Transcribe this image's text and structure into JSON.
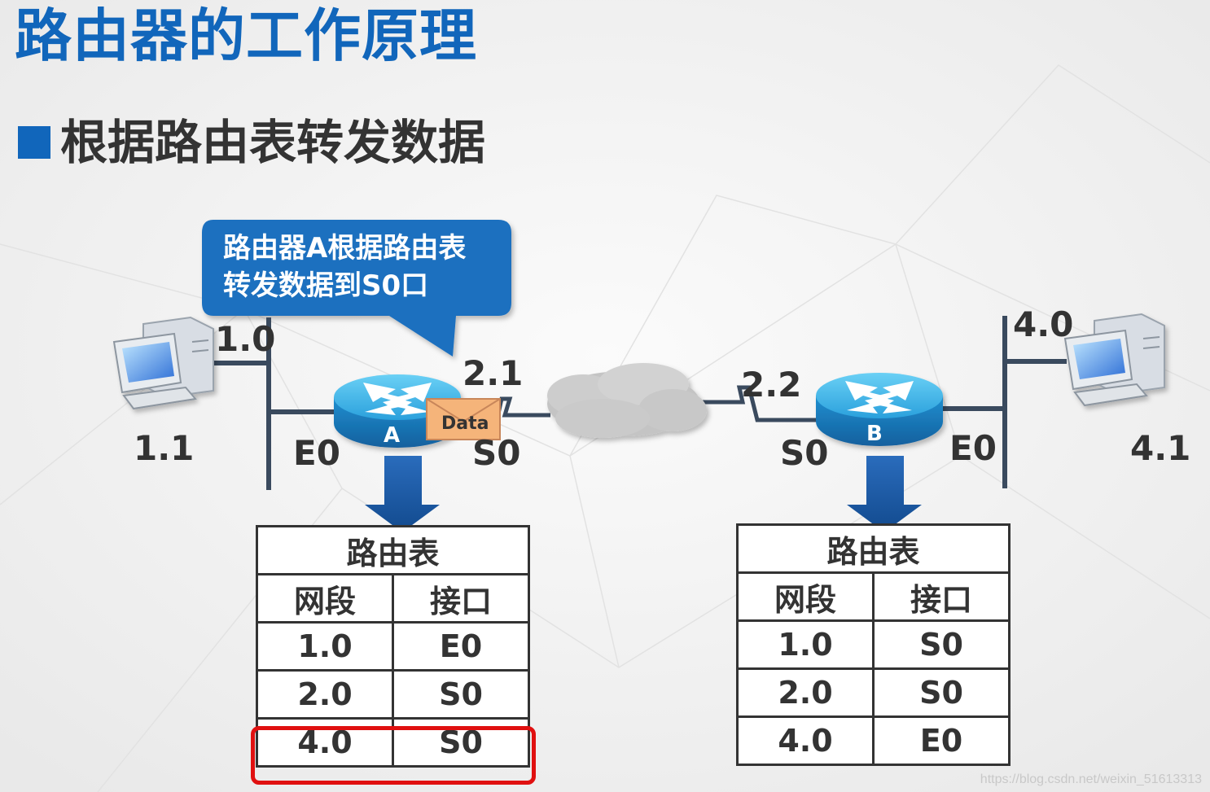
{
  "title": "路由器的工作原理",
  "subtitle": "根据路由表转发数据",
  "callout": {
    "line1": "路由器A根据路由表",
    "line2": "转发数据到S0口"
  },
  "network": {
    "host_left_net": "1.0",
    "host_left_addr": "1.1",
    "host_right_net": "4.0",
    "host_right_addr": "4.1",
    "router_a": {
      "name": "A",
      "e0": "E0",
      "s0": "S0",
      "s0_addr": "2.1"
    },
    "router_b": {
      "name": "B",
      "e0": "E0",
      "s0": "S0",
      "s0_addr": "2.2"
    },
    "packet_label": "Data"
  },
  "table_a": {
    "title": "路由表",
    "headers": [
      "网段",
      "接口"
    ],
    "rows": [
      [
        "1.0",
        "E0"
      ],
      [
        "2.0",
        "S0"
      ],
      [
        "4.0",
        "S0"
      ]
    ]
  },
  "table_b": {
    "title": "路由表",
    "headers": [
      "网段",
      "接口"
    ],
    "rows": [
      [
        "1.0",
        "S0"
      ],
      [
        "2.0",
        "S0"
      ],
      [
        "4.0",
        "E0"
      ]
    ]
  },
  "watermark": "https://blog.csdn.net/weixin_51613313",
  "colors": {
    "title": "#1166bb",
    "callout_fill": "#1a6fbf",
    "router_top": "#2aa8e0",
    "router_side": "#1a78b8",
    "arrow": "#1a5aa8",
    "highlight": "#e01010"
  }
}
